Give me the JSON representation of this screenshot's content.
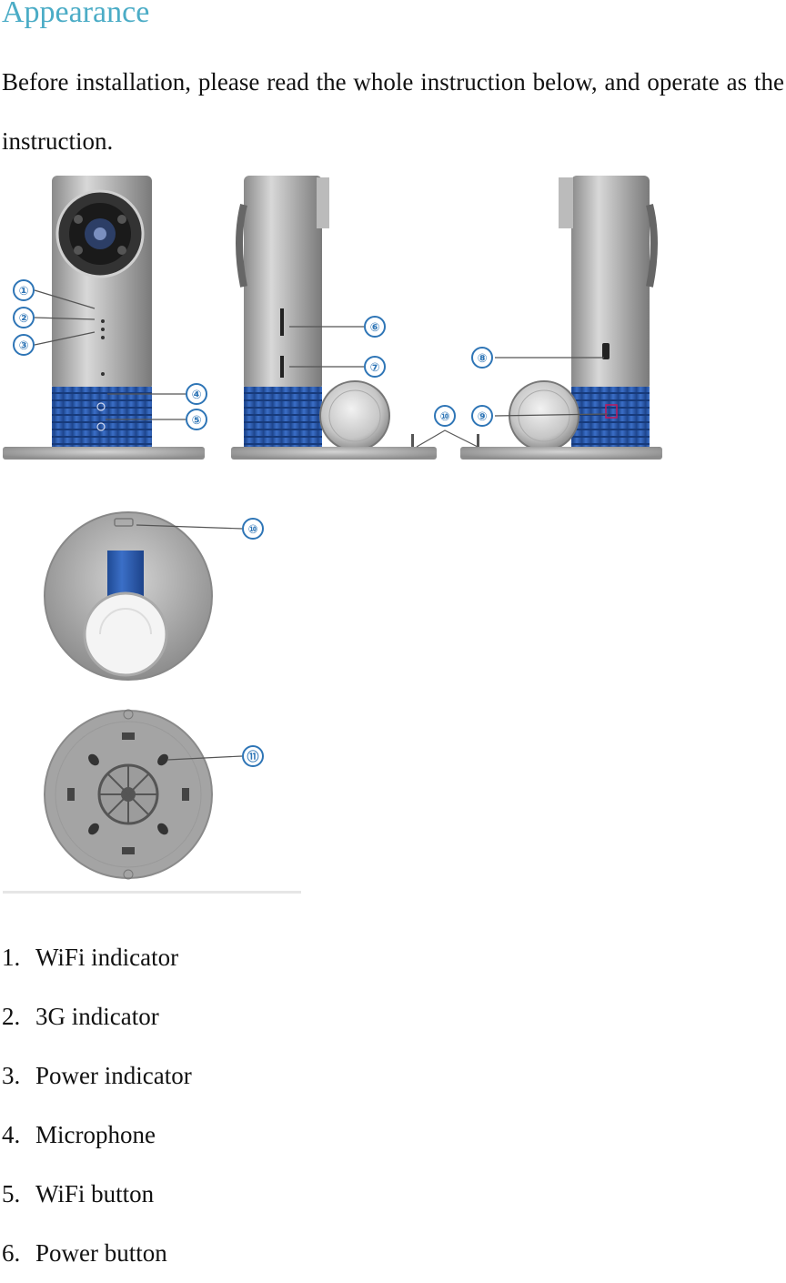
{
  "document": {
    "heading": "Appearance",
    "intro": "Before installation, please read the whole instruction below, and operate as the instruction.",
    "accent_color": "#4bacc6",
    "body_color": "#111111"
  },
  "figure": {
    "callouts": [
      "①",
      "②",
      "③",
      "④",
      "⑤",
      "⑥",
      "⑦",
      "⑧",
      "⑨",
      "⑩",
      "⑩",
      "⑪"
    ],
    "colors": {
      "metal": "#a8a8a8",
      "base_band": "#2f5fb3",
      "callout": "#2e75b6"
    }
  },
  "parts": [
    {
      "number": "1.",
      "label": "WiFi indicator"
    },
    {
      "number": "2.",
      "label": "3G indicator"
    },
    {
      "number": "3.",
      "label": "Power indicator"
    },
    {
      "number": "4.",
      "label": "Microphone"
    },
    {
      "number": "5.",
      "label": "WiFi button"
    },
    {
      "number": "6.",
      "label": "Power button"
    }
  ]
}
